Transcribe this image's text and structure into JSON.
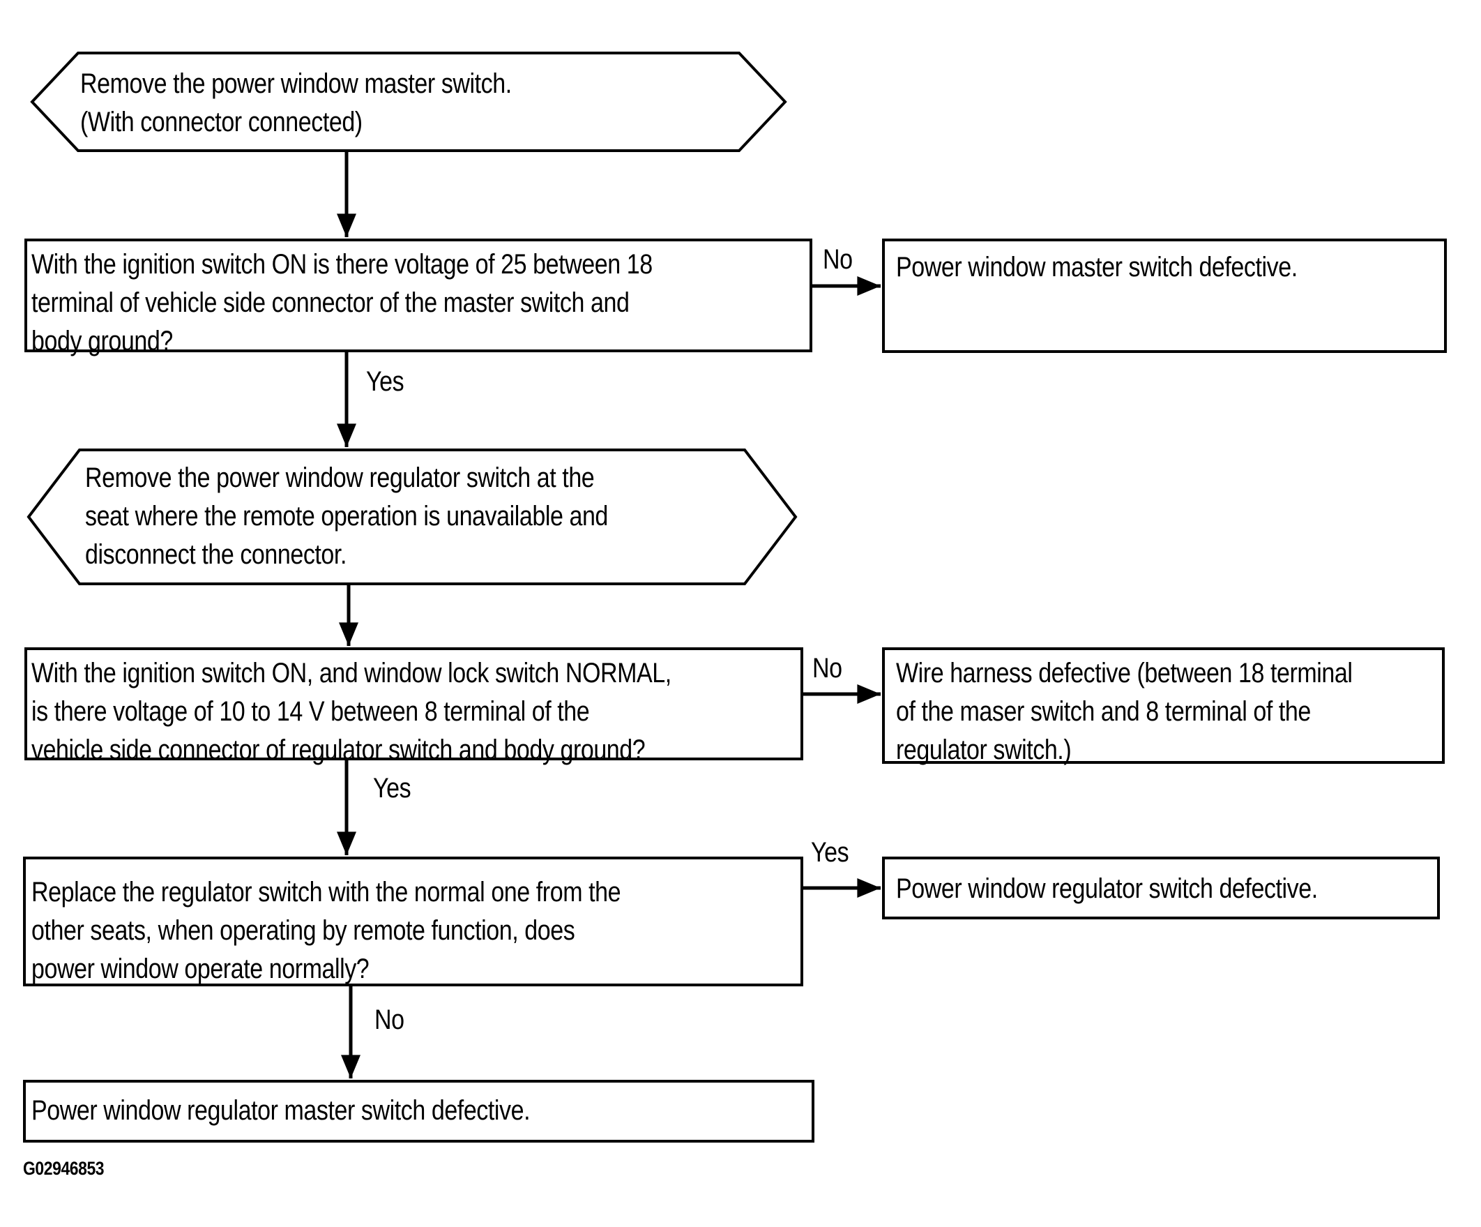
{
  "diagram": {
    "type": "flowchart",
    "figure_code": "G02946853",
    "colors": {
      "line": "#000000",
      "background": "#ffffff"
    },
    "nodes": [
      {
        "id": "step-1",
        "shape": "hexagon",
        "text": "Remove the power window master switch.\n(With connector connected)"
      },
      {
        "id": "question-1",
        "shape": "rect",
        "text": "With the ignition switch ON is there voltage of 25 between 18\nterminal of vehicle side connector of the master switch and\nbody ground?"
      },
      {
        "id": "result-1",
        "shape": "rect",
        "text": "Power window master switch defective."
      },
      {
        "id": "step-2",
        "shape": "hexagon",
        "text": "Remove the power window regulator switch at the\nseat where the remote operation is unavailable and\ndisconnect the connector."
      },
      {
        "id": "question-2",
        "shape": "rect",
        "text": "With the ignition switch ON, and window lock switch NORMAL,\nis there voltage of 10 to 14 V between 8 terminal of the\nvehicle side connector of regulator switch and body ground?"
      },
      {
        "id": "result-2",
        "shape": "rect",
        "text": "Wire harness defective (between 18 terminal\nof the maser switch and 8 terminal of the\nregulator switch.)"
      },
      {
        "id": "question-3",
        "shape": "rect",
        "text": "Replace the regulator switch with the normal one from the\nother seats, when operating by remote function, does\npower window operate normally?"
      },
      {
        "id": "result-3",
        "shape": "rect",
        "text": "Power window regulator switch defective."
      },
      {
        "id": "result-4",
        "shape": "rect",
        "text": "Power window regulator master switch defective."
      }
    ],
    "edges": [
      {
        "from": "step-1",
        "to": "question-1",
        "label": ""
      },
      {
        "from": "question-1",
        "to": "result-1",
        "label": "No"
      },
      {
        "from": "question-1",
        "to": "step-2",
        "label": "Yes"
      },
      {
        "from": "step-2",
        "to": "question-2",
        "label": ""
      },
      {
        "from": "question-2",
        "to": "result-2",
        "label": "No"
      },
      {
        "from": "question-2",
        "to": "question-3",
        "label": "Yes"
      },
      {
        "from": "question-3",
        "to": "result-3",
        "label": "Yes"
      },
      {
        "from": "question-3",
        "to": "result-4",
        "label": "No"
      }
    ]
  }
}
